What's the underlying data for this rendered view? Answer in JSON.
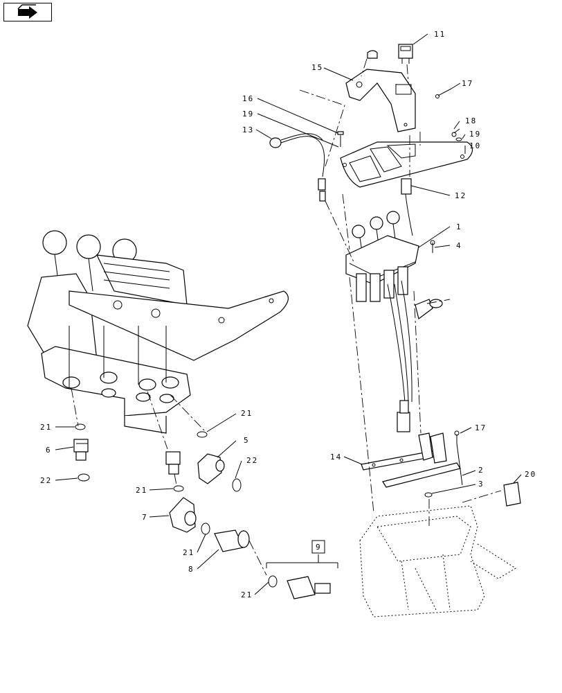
{
  "nav_icon": "arrow-icon",
  "callouts": [
    {
      "id": "c11",
      "text": "11"
    },
    {
      "id": "c15",
      "text": "15"
    },
    {
      "id": "c17a",
      "text": "17"
    },
    {
      "id": "c16",
      "text": "16"
    },
    {
      "id": "c19a",
      "text": "19"
    },
    {
      "id": "c13",
      "text": "13"
    },
    {
      "id": "c18",
      "text": "18"
    },
    {
      "id": "c19b",
      "text": "19"
    },
    {
      "id": "c10",
      "text": "10"
    },
    {
      "id": "c12",
      "text": "12"
    },
    {
      "id": "c1",
      "text": "1"
    },
    {
      "id": "c4",
      "text": "4"
    },
    {
      "id": "c21a",
      "text": "21"
    },
    {
      "id": "c21b",
      "text": "21"
    },
    {
      "id": "c6",
      "text": "6"
    },
    {
      "id": "c5",
      "text": "5"
    },
    {
      "id": "c22a",
      "text": "22"
    },
    {
      "id": "c22b",
      "text": "22"
    },
    {
      "id": "c17b",
      "text": "17"
    },
    {
      "id": "c14",
      "text": "14"
    },
    {
      "id": "c2",
      "text": "2"
    },
    {
      "id": "c3",
      "text": "3"
    },
    {
      "id": "c20",
      "text": "20"
    },
    {
      "id": "c21c",
      "text": "21"
    },
    {
      "id": "c7",
      "text": "7"
    },
    {
      "id": "c21d",
      "text": "21"
    },
    {
      "id": "c8",
      "text": "8"
    },
    {
      "id": "c9",
      "text": "9"
    },
    {
      "id": "c21e",
      "text": "21"
    }
  ]
}
